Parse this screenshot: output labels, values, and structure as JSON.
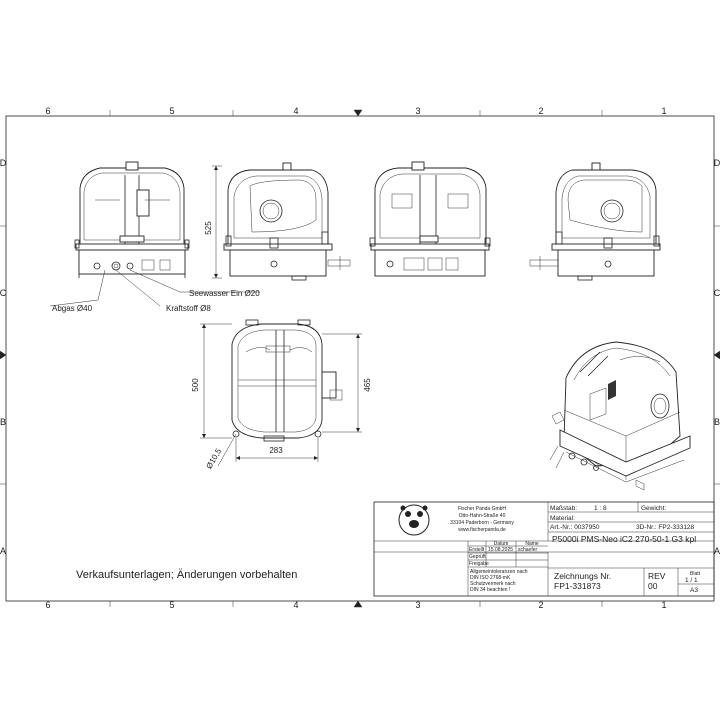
{
  "frame": {
    "columns": [
      "6",
      "5",
      "4",
      "3",
      "2",
      "1"
    ],
    "rows": [
      "D",
      "C",
      "B",
      "A"
    ]
  },
  "dimensions": {
    "height_side": "525",
    "top_depth": "500",
    "top_depth_inner": "465",
    "top_width": "283",
    "hole_dia": "Ø10,5"
  },
  "callouts": {
    "seawater": "Seewasser Ein Ø20",
    "exhaust": "Abgas Ø40",
    "fuel": "Kraftstoff Ø8"
  },
  "notice": "Verkaufsunterlagen; Änderungen vorbehalten",
  "title_block": {
    "company_lines": [
      "Fischer Panda GmbH",
      "Otto-Hahn-Straße 40",
      "33104 Paderborn - Germany",
      "www.fischerpanda.de"
    ],
    "scale_label": "Maßstab:",
    "scale_value": "1 : 8",
    "weight_label": "Gewicht: ",
    "material_label": "Material:",
    "article_label": "Art.-Nr.: 0037950",
    "model3d_label": "3D-Nr.: FP2-333128",
    "product": "P5000i PMS-Neo iC2 270-50-1 G3 kpl",
    "table_head": [
      "",
      "Datum",
      "Name"
    ],
    "table_rows": [
      [
        "Erstellt",
        "15.08.2025",
        "schaefer"
      ],
      [
        "Geprüft",
        "",
        ""
      ],
      [
        "Freigabe",
        "",
        ""
      ]
    ],
    "tolerance_lines": [
      "Allgemeintoleranzen nach",
      "DIN ISO 2768-mK",
      "Schutzvermerk nach",
      "DIN 34 beachten !"
    ],
    "drawing_no_label": "Zeichnungs Nr.",
    "drawing_no": "FP1-331873",
    "rev_label": "REV",
    "rev": "00",
    "sheet_label": "Blatt",
    "sheet": "1 / 1",
    "format": "A3"
  }
}
